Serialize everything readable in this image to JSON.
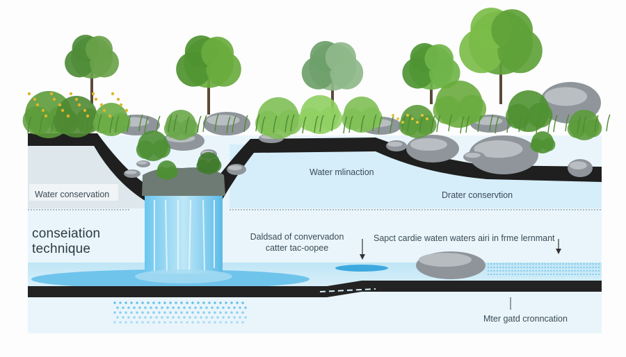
{
  "labels": {
    "water_conservation": "Water conservation",
    "water_infiltration": "Water mlinaction",
    "drater_conservation": "Drater conservtion",
    "conservation_technique_line1": "conseiation",
    "conservation_technique_line2": "technique",
    "dalsad_line1": "Daldsad of convervadon",
    "dalsad_line2": "catter tac-oopee",
    "sapct_caption": "Sapct cardie waten waters airi in frme lernmant",
    "mter_gatd": "Mter gatd cronncation"
  },
  "colors": {
    "water_light": "#cfeaf6",
    "water_mid": "#9fd6ef",
    "water_bright": "#4fb8e6",
    "soil_dark": "#2a2a2a",
    "leaf_green": "#5a9a3a",
    "stone_gray": "#9a9fa4"
  }
}
